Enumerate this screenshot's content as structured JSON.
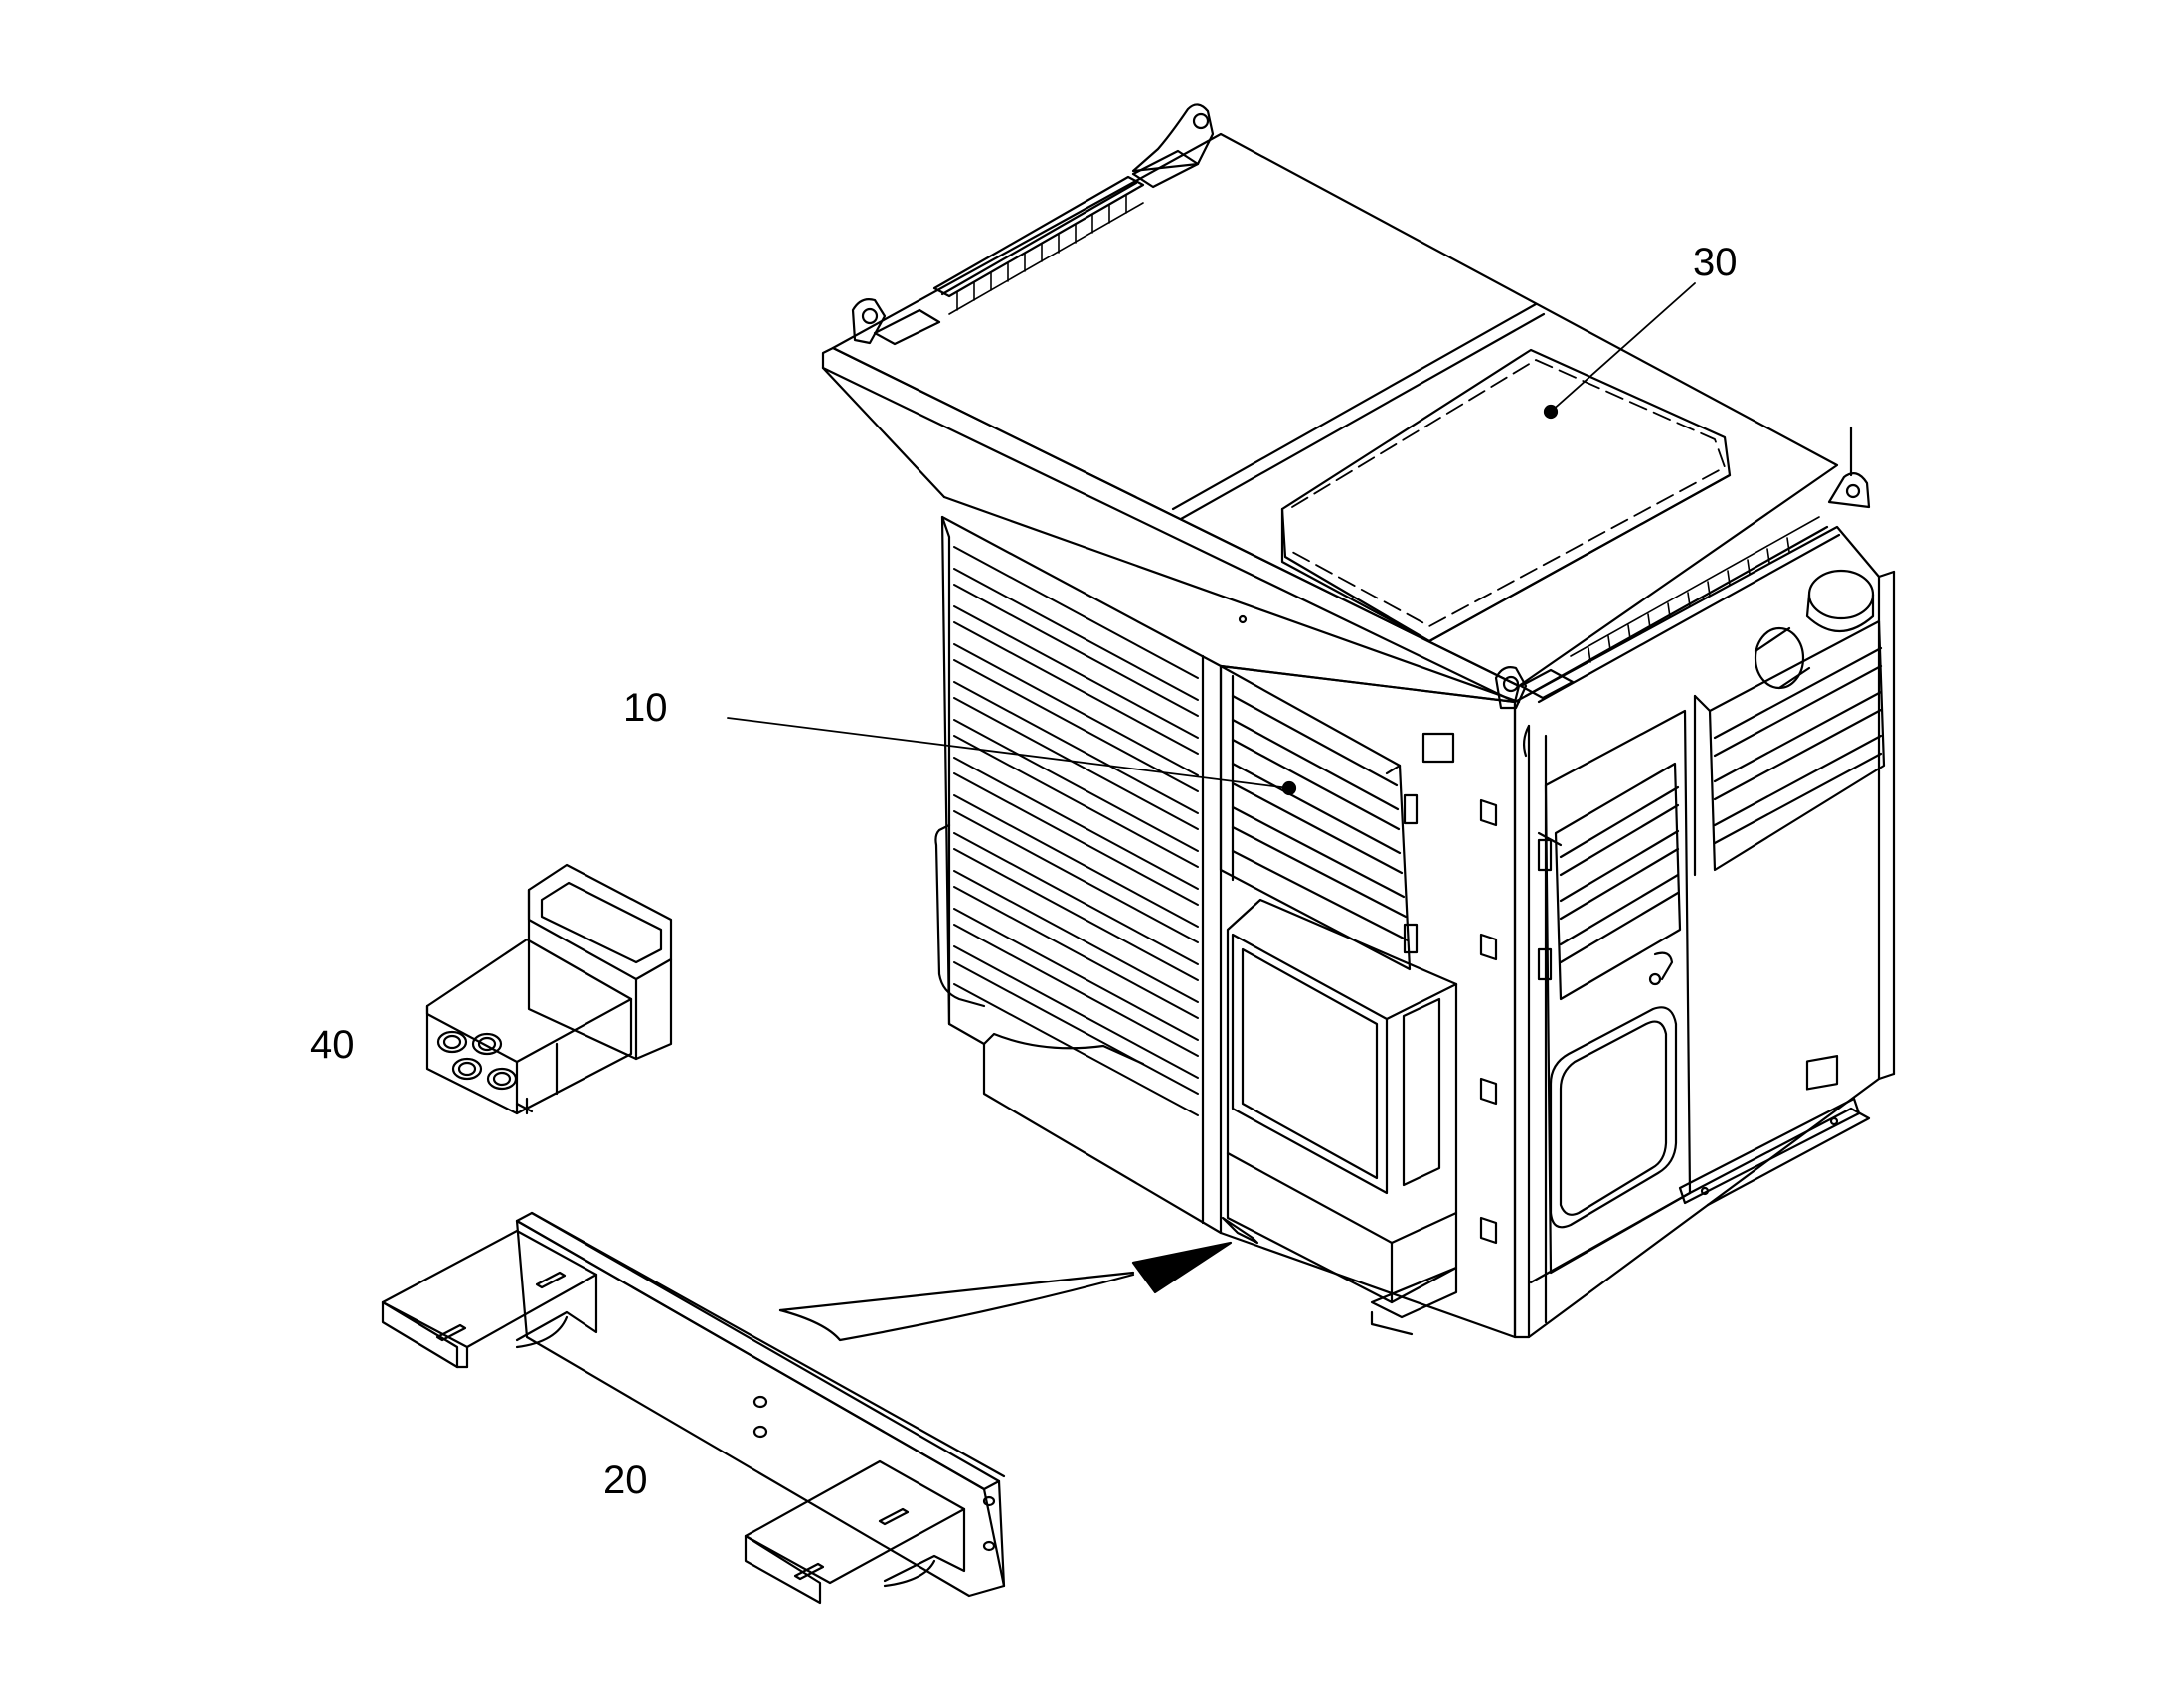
{
  "figure": {
    "callouts": [
      {
        "id": "cab",
        "label": "10"
      },
      {
        "id": "bracket",
        "label": "20"
      },
      {
        "id": "roof-unit",
        "label": "30"
      },
      {
        "id": "hvac-box",
        "label": "40"
      }
    ]
  },
  "colors": {
    "line": "#000000",
    "background": "#ffffff"
  }
}
